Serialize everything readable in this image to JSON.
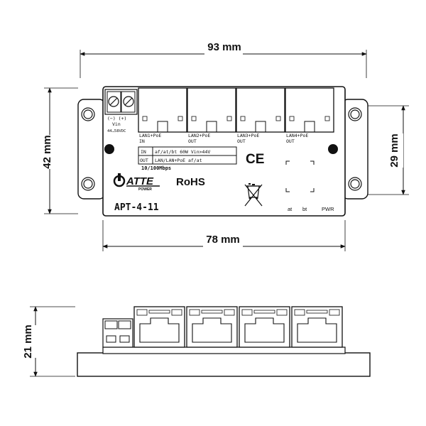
{
  "dimensions": {
    "width_total": "93 mm",
    "height_total": "42 mm",
    "hole_spacing_vertical": "29 mm",
    "body_width": "78 mm",
    "side_height": "21 mm"
  },
  "terminal": {
    "polarity": "(−) (+)",
    "label": "Vin",
    "range": "44…58VDC"
  },
  "ports": [
    {
      "name": "LAN1+PoE",
      "mode": "IN"
    },
    {
      "name": "LAN2+PoE",
      "mode": "OUT"
    },
    {
      "name": "LAN3+PoE",
      "mode": "OUT"
    },
    {
      "name": "LAN4+PoE",
      "mode": "OUT"
    }
  ],
  "spec_table": {
    "row1": {
      "key": "IN",
      "value": "af/at/bt 60W Vin>44V"
    },
    "row2": {
      "key": "OUT",
      "value": "LAN/LAN+PoE af/at"
    },
    "speed": "10/100Mbps"
  },
  "marks": {
    "ce": "CE",
    "rohs": "RoHS",
    "brand": "ATTE",
    "brand_sub": "POWER",
    "model": "APT-4-11"
  },
  "leds": [
    "at",
    "bt",
    "PWR"
  ]
}
